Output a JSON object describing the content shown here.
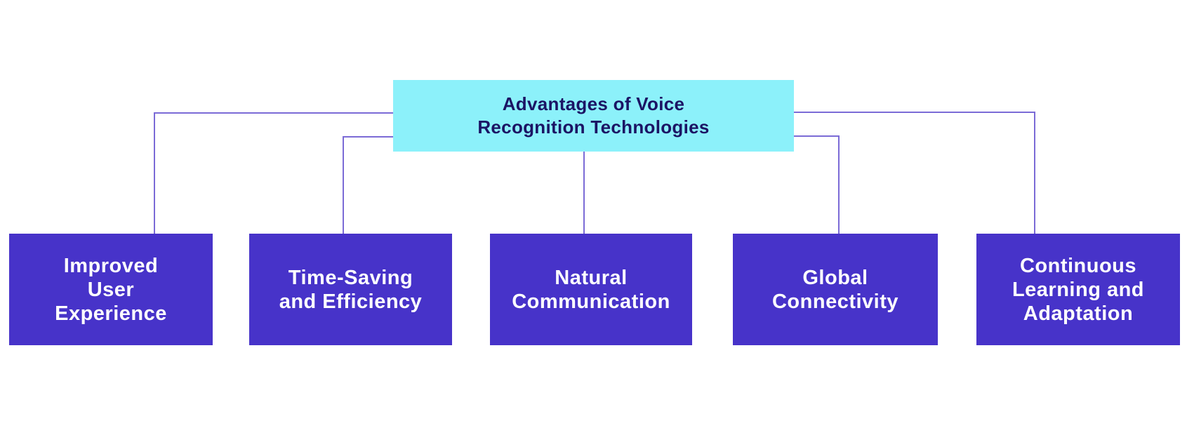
{
  "diagram": {
    "title": "Advantages of Voice Recognition Technologies",
    "type": "hierarchy-tree",
    "root": {
      "label": "Advantages of Voice\nRecognition Technologies",
      "fill_color": "#8CF1FA",
      "text_color": "#1B1464"
    },
    "children": [
      {
        "id": "improved-user-experience",
        "label": "Improved\nUser\nExperience"
      },
      {
        "id": "time-saving-and-efficiency",
        "label": "Time-Saving\nand Efficiency"
      },
      {
        "id": "natural-communication",
        "label": "Natural\nCommunication"
      },
      {
        "id": "global-connectivity",
        "label": "Global\nConnectivity"
      },
      {
        "id": "continuous-learning-and-adaptation",
        "label": "Continuous\nLearning and\nAdaptation"
      }
    ],
    "style": {
      "child_fill_color": "#4733C9",
      "child_text_color": "#FFFFFF",
      "connector_color": "#7B6BD6"
    }
  }
}
